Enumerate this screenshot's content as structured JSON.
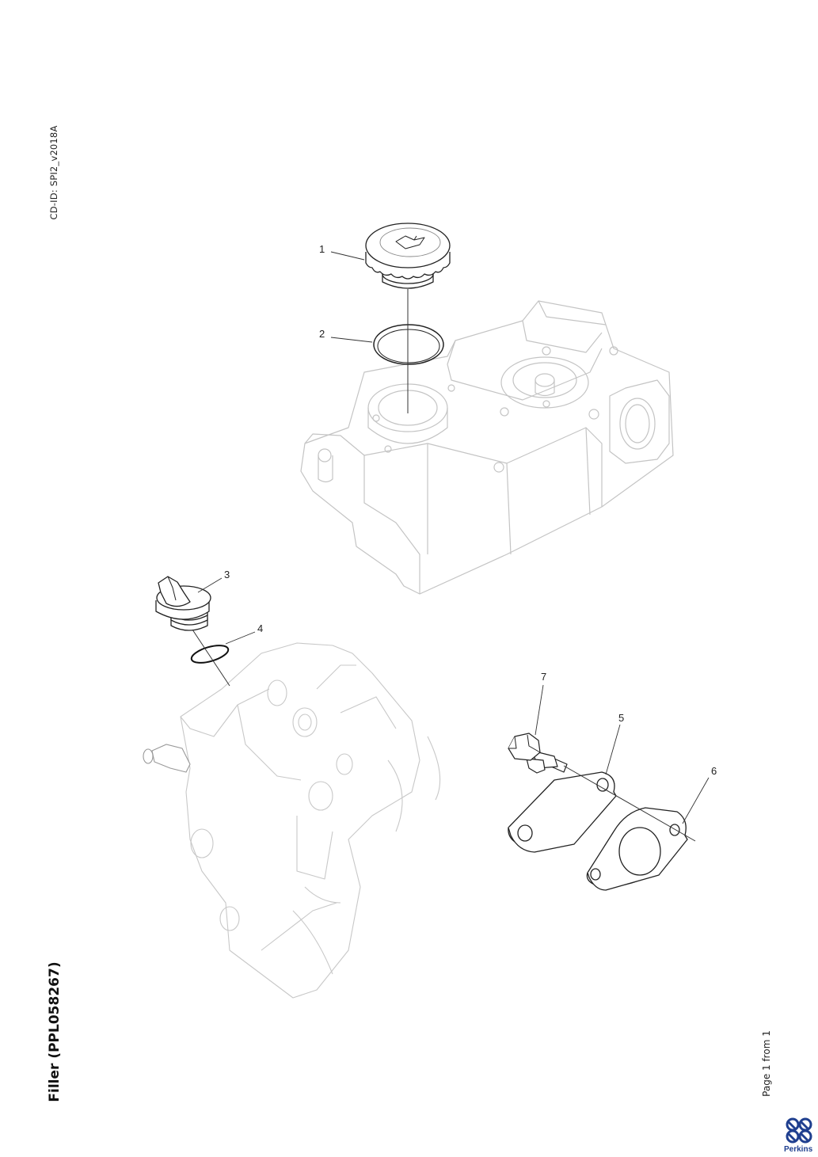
{
  "document": {
    "cd_id": "CD-ID: SPI2_v2018A",
    "title": "Filler (PPL058267)",
    "page_info": "Page 1 from 1"
  },
  "callouts": {
    "c1": "1",
    "c2": "2",
    "c3": "3",
    "c4": "4",
    "c5": "5",
    "c6": "6",
    "c7": "7"
  },
  "brand": {
    "name": "Perkins",
    "color": "#1f3f8f"
  }
}
